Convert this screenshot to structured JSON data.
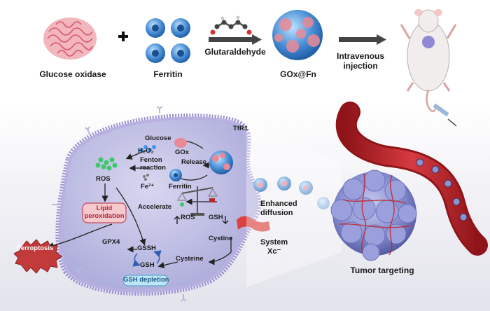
{
  "top": {
    "glucose_oxidase": "Glucose oxidase",
    "plus": "+",
    "ferritin": "Ferritin",
    "glutaraldehyde": "Glutaraldehyde",
    "gox_fn": "GOx@Fn",
    "intravenous": "Intravenous",
    "injection": "injection"
  },
  "cell": {
    "tfr1": "TfR1",
    "glucose": "Glucose",
    "h2o2": "H₂O₂",
    "gox": "GOx",
    "fenton": "Fenton",
    "reaction": "reaction",
    "release": "Release",
    "ros": "ROS",
    "fe2": "Fe²⁺",
    "ferritin": "Ferritin",
    "lipid_line1": "Lipid",
    "lipid_line2": "peroxidation",
    "accelerate": "Accelerate",
    "ros_scale": "ROS",
    "gsh_scale": "GSH",
    "gpx4": "GPX4",
    "gssh": "GSSH",
    "gsh": "GSH",
    "cystine": "Cystine",
    "cysteine": "Cysteine",
    "gsh_depletion": "GSH depletion",
    "ferroptosis": "Ferroptosis"
  },
  "right": {
    "enhanced": "Enhanced",
    "diffusion": "diffusion",
    "system": "System",
    "xc": "Xc⁻",
    "tumor_targeting": "Tumor targeting"
  },
  "colors": {
    "cell_fill": "#aeaedd",
    "membrane": "#9a8fd0",
    "protein_red": "#e07a85",
    "ferritin_blue": "#4a8fd6",
    "vessel_red": "#c1262c",
    "tumor_blue": "#7f86c9",
    "ros_green": "#3cc86a",
    "gsh_depletion_fill": "#bfe4f5",
    "lipid_fill": "#f6c9cf",
    "ferroptosis_fill": "#c23a3a"
  }
}
